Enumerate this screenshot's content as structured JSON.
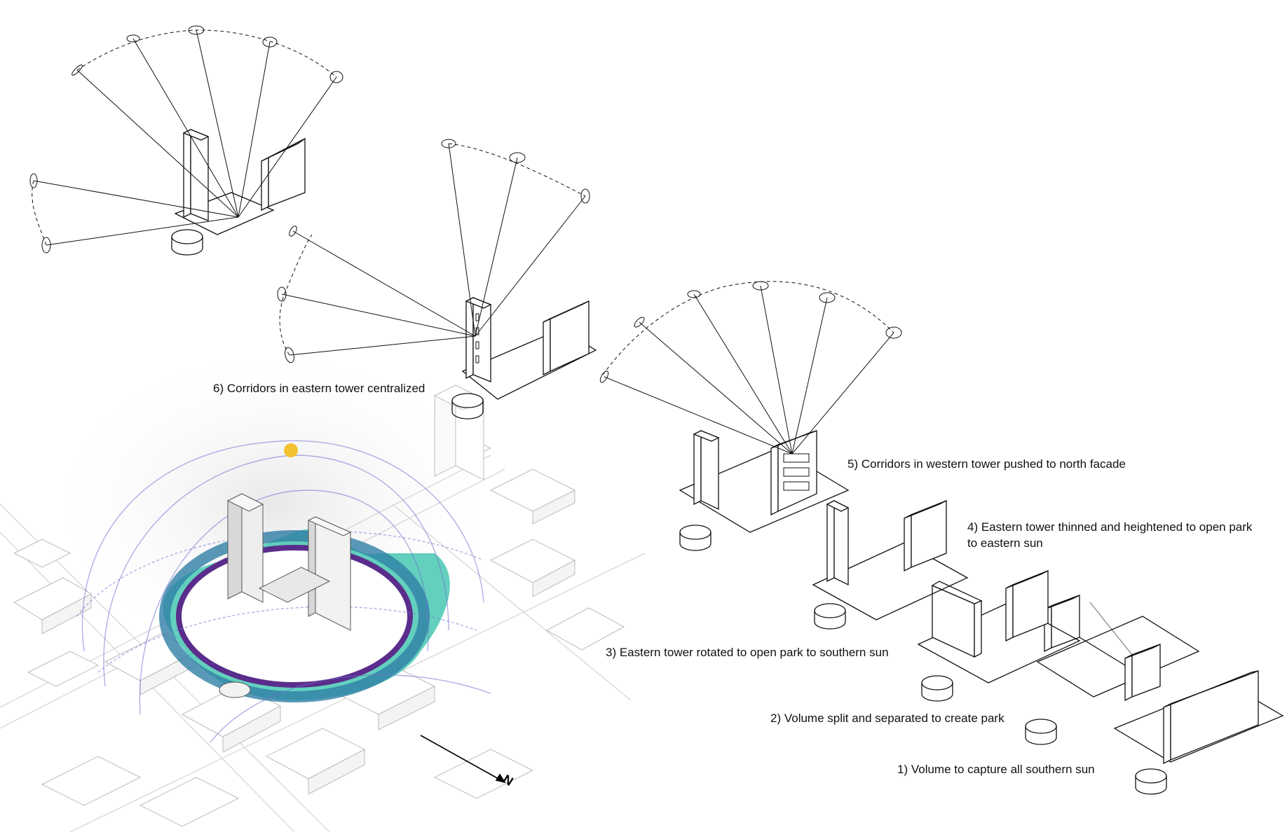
{
  "steps": [
    {
      "id": 1,
      "label": "1)  Volume to capture all southern sun"
    },
    {
      "id": 2,
      "label": "2) Volume split and separated to create park"
    },
    {
      "id": 3,
      "label": "3) Eastern tower rotated to open park to southern sun"
    },
    {
      "id": 4,
      "label": "4) Eastern tower thinned and heightened to open park to eastern sun"
    },
    {
      "id": 5,
      "label": "5) Corridors in western tower pushed to north facade"
    },
    {
      "id": 6,
      "label": "6) Corridors in eastern tower centralized"
    }
  ],
  "map": {
    "north_label": "N",
    "colors": {
      "sun_path": "#6f6fd0",
      "sun": "#f2c230",
      "radiation_inner": "#5a2d8c",
      "radiation_mid": "#2f7fa5",
      "radiation_outer": "#2fc0a8",
      "radiation_edge": "#7fe0c8"
    }
  },
  "line_color": "#111111"
}
